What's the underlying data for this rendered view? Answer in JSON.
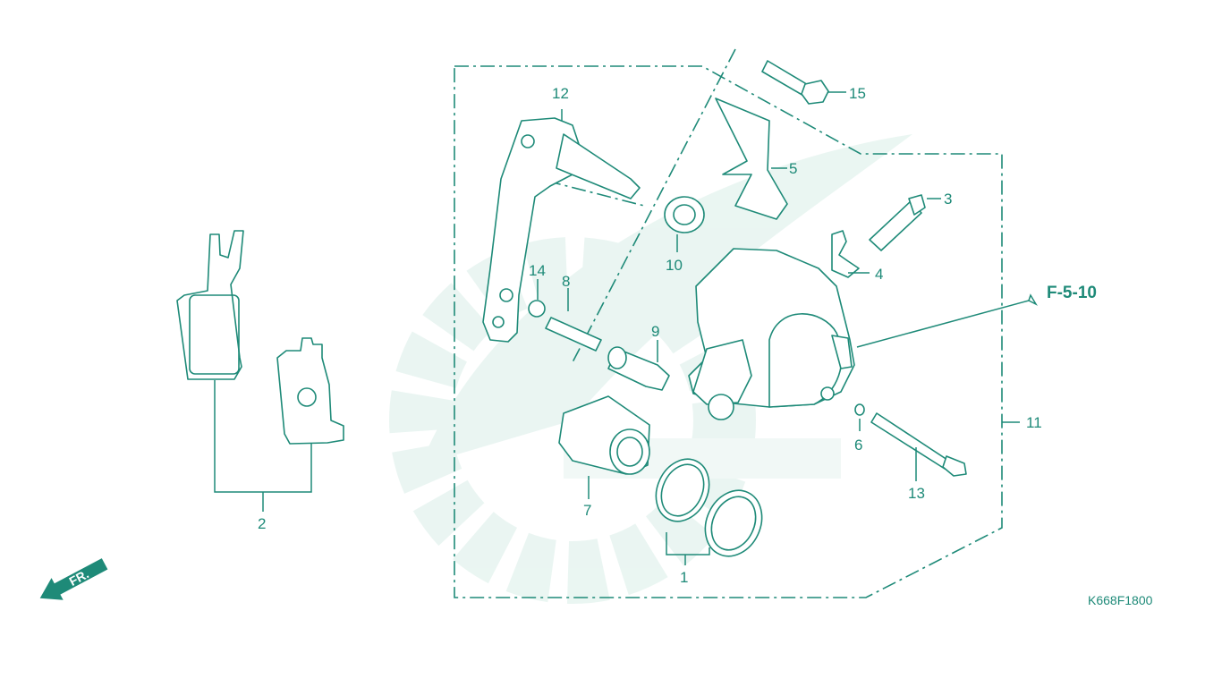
{
  "callouts": [
    {
      "id": "1",
      "label": "1"
    },
    {
      "id": "2",
      "label": "2"
    },
    {
      "id": "3",
      "label": "3"
    },
    {
      "id": "4",
      "label": "4"
    },
    {
      "id": "5",
      "label": "5"
    },
    {
      "id": "6",
      "label": "6"
    },
    {
      "id": "7",
      "label": "7"
    },
    {
      "id": "8",
      "label": "8"
    },
    {
      "id": "9",
      "label": "9"
    },
    {
      "id": "10",
      "label": "10"
    },
    {
      "id": "11",
      "label": "11"
    },
    {
      "id": "12",
      "label": "12"
    },
    {
      "id": "13",
      "label": "13"
    },
    {
      "id": "14",
      "label": "14"
    },
    {
      "id": "15",
      "label": "15"
    }
  ],
  "reference": "F-5-10",
  "diagram_code": "K668F1800",
  "front_marker": "FR.",
  "colors": {
    "line": "#1e8a78",
    "watermark": "#d9eee8"
  }
}
